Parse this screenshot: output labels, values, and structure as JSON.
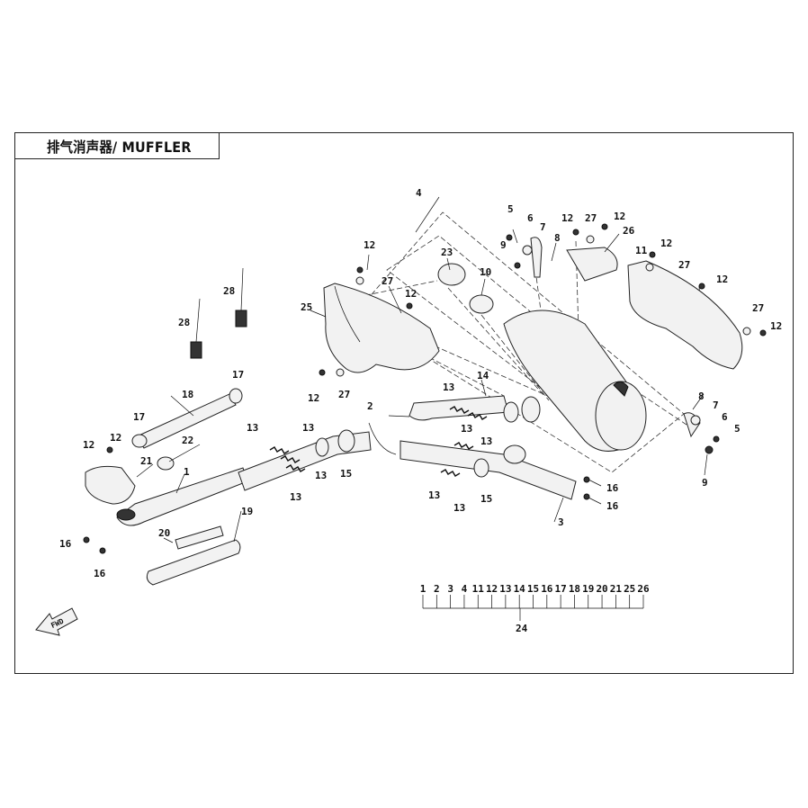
{
  "title": "排气消声器/ MUFFLER",
  "legend_numbers": [
    "1",
    "2",
    "3",
    "4",
    "11",
    "12",
    "13",
    "14",
    "15",
    "16",
    "17",
    "18",
    "19",
    "20",
    "21",
    "25",
    "26"
  ],
  "legend_total": "24",
  "fwd_label": "FWD",
  "callouts": {
    "c1": "1",
    "c2": "2",
    "c3": "3",
    "c4": "4",
    "c5a": "5",
    "c5b": "5",
    "c6a": "6",
    "c6b": "6",
    "c7a": "7",
    "c7b": "7",
    "c8a": "8",
    "c8b": "8",
    "c9a": "9",
    "c9b": "9",
    "c10": "10",
    "c11": "11",
    "c12a": "12",
    "c12b": "12",
    "c12c": "12",
    "c12d": "12",
    "c12e": "12",
    "c12f": "12",
    "c12g": "12",
    "c12h": "12",
    "c12i": "12",
    "c12j": "12",
    "c13a": "13",
    "c13b": "13",
    "c13c": "13",
    "c13d": "13",
    "c13e": "13",
    "c13f": "13",
    "c13g": "13",
    "c13h": "13",
    "c13i": "13",
    "c14": "14",
    "c15a": "15",
    "c15b": "15",
    "c16a": "16",
    "c16b": "16",
    "c16c": "16",
    "c16d": "16",
    "c17a": "17",
    "c17b": "17",
    "c18": "18",
    "c19": "19",
    "c20": "20",
    "c21": "21",
    "c22": "22",
    "c23": "23",
    "c25": "25",
    "c26": "26",
    "c27a": "27",
    "c27b": "27",
    "c27c": "27",
    "c27d": "27",
    "c28a": "28",
    "c28b": "28"
  }
}
